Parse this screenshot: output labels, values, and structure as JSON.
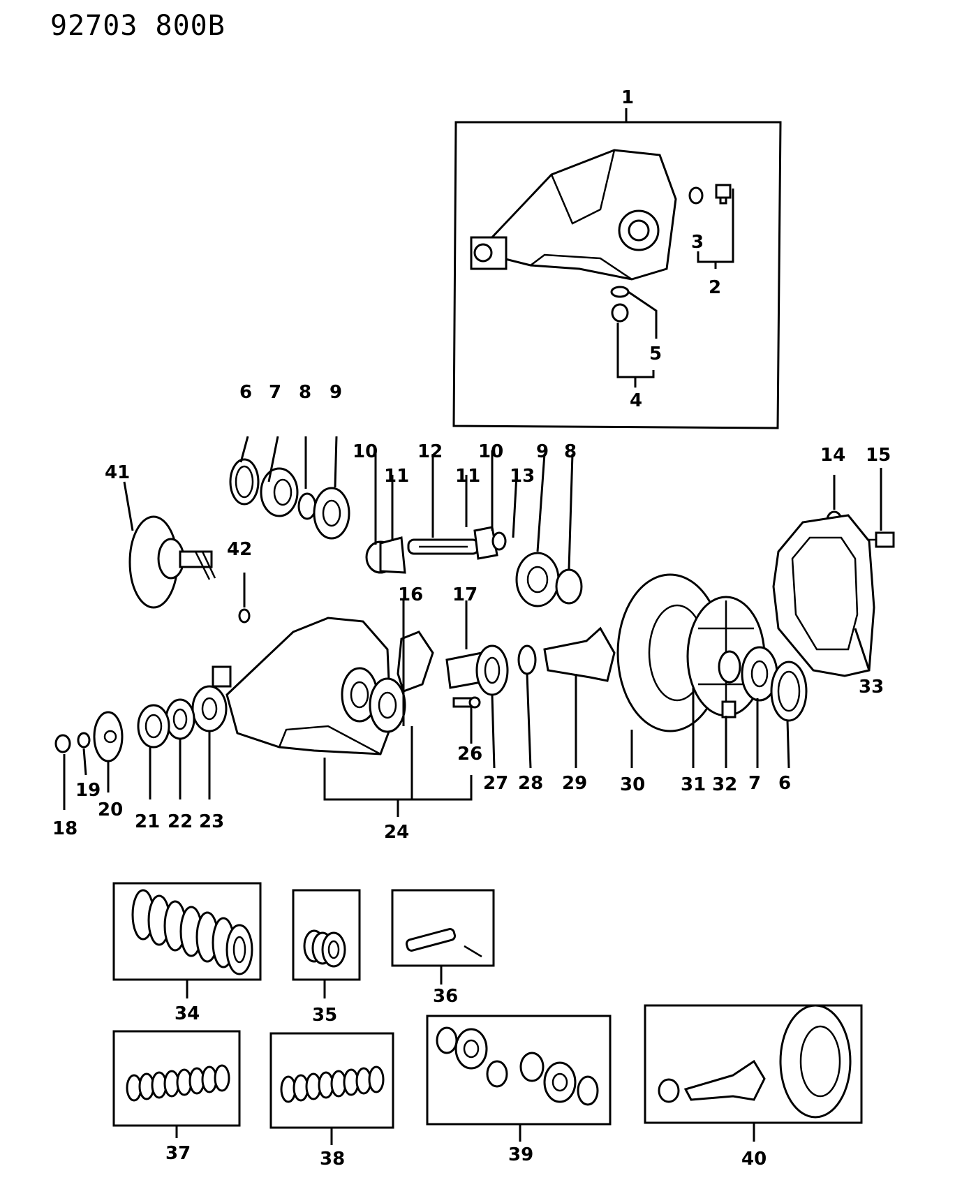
{
  "page_code": "92703  800B",
  "callouts": [
    "1",
    "2",
    "3",
    "4",
    "5",
    "6",
    "7",
    "8",
    "9",
    "10",
    "11",
    "12",
    "10",
    "11",
    "13",
    "9",
    "8",
    "14",
    "15",
    "41",
    "42",
    "16",
    "17",
    "33",
    "26",
    "18",
    "19",
    "20",
    "21",
    "22",
    "23",
    "24",
    "27",
    "28",
    "29",
    "30",
    "31",
    "32",
    "7",
    "6",
    "34",
    "35",
    "36",
    "37",
    "38",
    "39",
    "40"
  ],
  "icons": [
    "differential-carrier",
    "bolt",
    "nut",
    "washer",
    "oil-seal",
    "bearing",
    "gear",
    "pinion-shaft",
    "companion-flange",
    "cover",
    "ring-gear",
    "differential-case",
    "spacer",
    "shim-kit",
    "pin-kit"
  ]
}
